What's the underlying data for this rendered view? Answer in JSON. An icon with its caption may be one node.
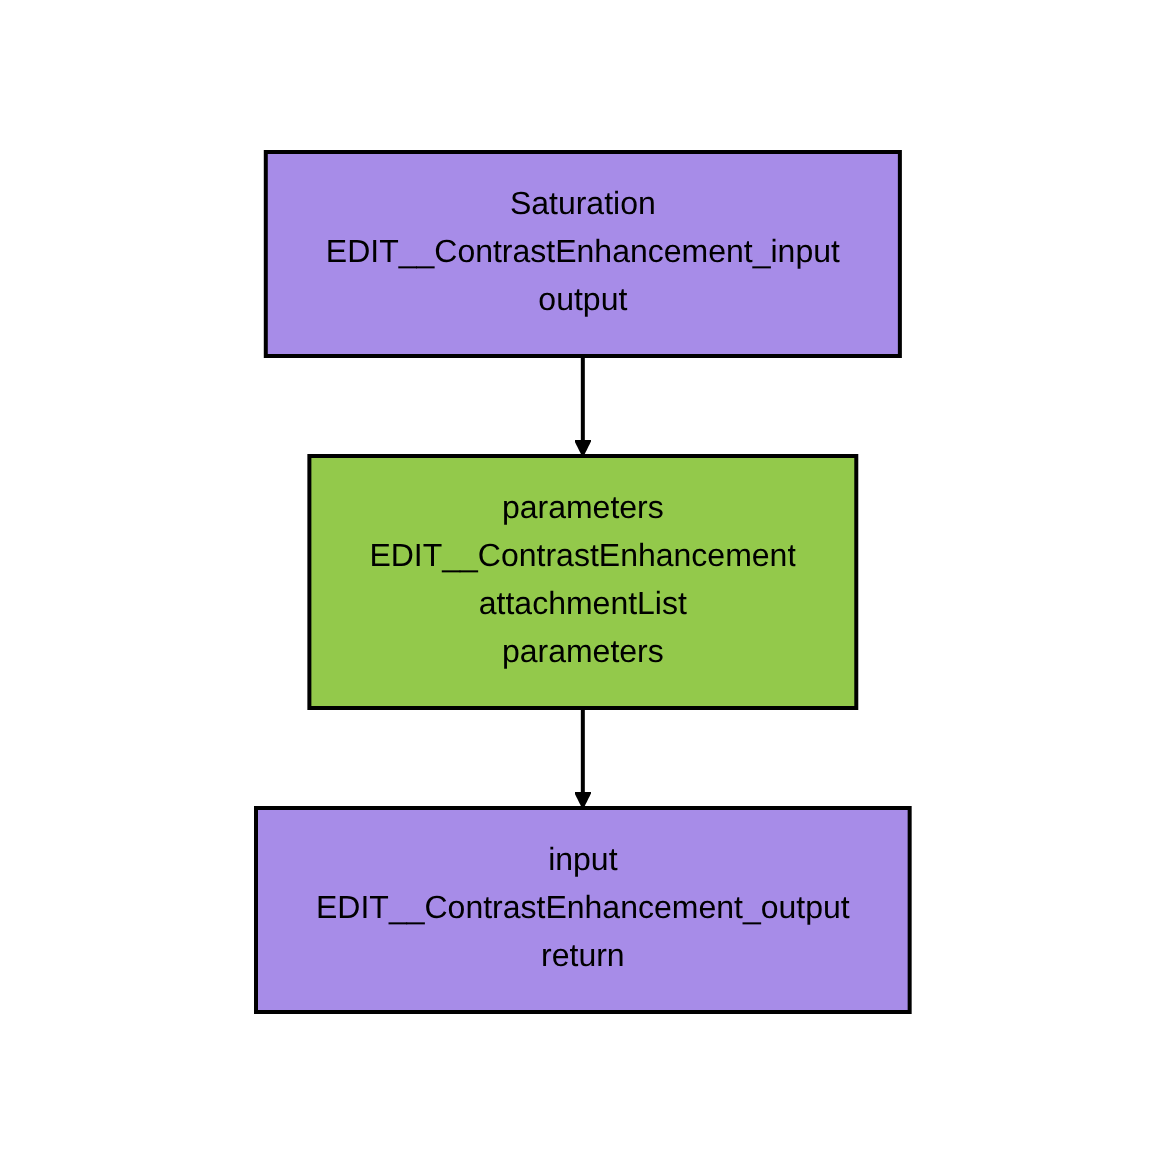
{
  "diagram": {
    "nodes": [
      {
        "text": [
          "Saturation",
          "EDIT__ContrastEnhancement_input",
          "output"
        ]
      },
      {
        "text": [
          "parameters",
          "EDIT__ContrastEnhancement",
          "attachmentList",
          "parameters"
        ]
      },
      {
        "text": [
          "input",
          "EDIT__ContrastEnhancement_output",
          "return"
        ]
      }
    ],
    "edges": [
      {
        "from": 0,
        "to": 1,
        "arrow": "to"
      },
      {
        "from": 1,
        "to": 2,
        "arrow": "to"
      }
    ]
  }
}
